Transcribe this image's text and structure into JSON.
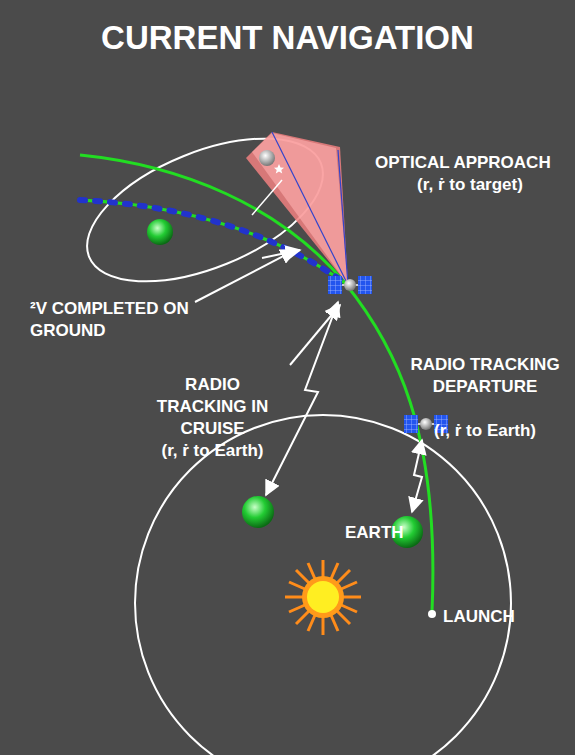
{
  "diagram": {
    "title": "CURRENT NAVIGATION",
    "labels": [
      "OPTICAL APPROACH",
      "(r, ṙ to target)",
      "²V COMPLETED ON GROUND",
      "RADIO TRACKING DEPARTURE",
      "(r, ṙ to Earth)",
      "RADIO TRACKING IN CRUISE",
      "(r, ṙ to Earth)",
      "EARTH",
      "LAUNCH"
    ]
  }
}
